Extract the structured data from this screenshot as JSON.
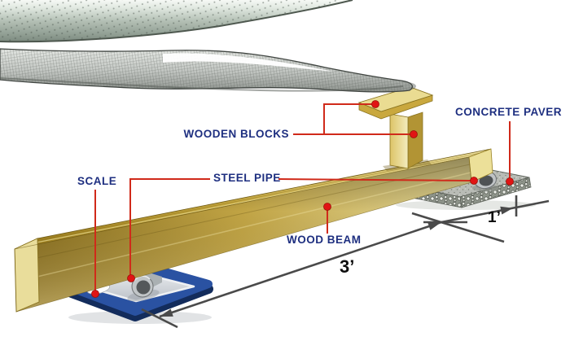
{
  "figure": {
    "labels": {
      "wooden_blocks": "WOODEN BLOCKS",
      "steel_pipe": "STEEL PIPE",
      "scale": "SCALE",
      "wood_beam": "WOOD BEAM",
      "concrete_paver": "CONCRETE PAVER"
    },
    "dimensions": {
      "beam_length": "3’",
      "paver_width": "1’"
    },
    "colors": {
      "label_text": "#1e2f80",
      "leader_line": "#d02a1a",
      "callout_dot": "#e11414",
      "dimension_line": "#4a4a4a",
      "wood_gold": "#c9a73f",
      "scale_blue": "#1d3d7d",
      "concrete_gray": "#b9bcb6",
      "hull_gray": "#9aa89e"
    }
  }
}
